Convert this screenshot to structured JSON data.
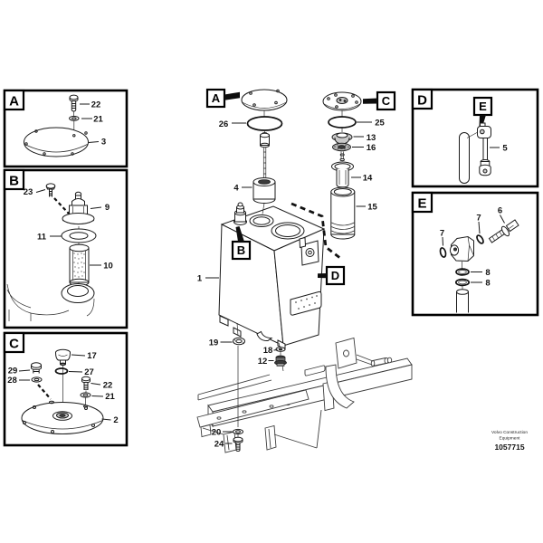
{
  "brand": {
    "line1": "Volvo Construction",
    "line2": "Equipment"
  },
  "figure_number": "1057715",
  "callouts": {
    "A": "A",
    "B": "B",
    "C": "C",
    "D": "D",
    "E": "E"
  },
  "parts": {
    "1": "1",
    "2": "2",
    "3": "3",
    "4": "4",
    "5": "5",
    "6": "6",
    "7": "7",
    "8": "8",
    "9": "9",
    "10": "10",
    "11": "11",
    "12": "12",
    "13": "13",
    "14": "14",
    "15": "15",
    "16": "16",
    "17": "17",
    "18": "18",
    "19": "19",
    "20": "20",
    "21": "21",
    "22": "22",
    "23": "23",
    "24": "24",
    "25": "25",
    "26": "26",
    "27": "27",
    "28": "28",
    "29": "29"
  }
}
